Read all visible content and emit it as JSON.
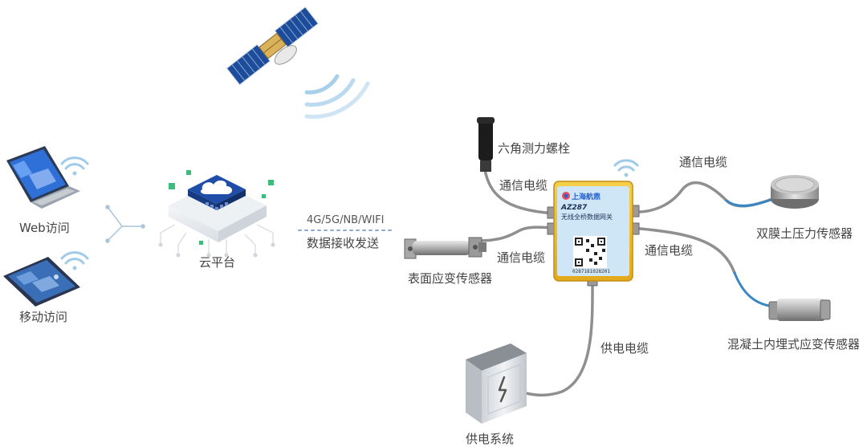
{
  "colors": {
    "cable": "#8f8f8f",
    "gateway": "#f2c02e",
    "gateway_screen": "#cfe6f6",
    "cloud_blue": "#1f4ea8",
    "green_accent": "#3dbb7a",
    "wifi": "#9fcbe8",
    "sensor_blue_cable": "#3a86c4"
  },
  "icons": {
    "satellite": "satellite-icon",
    "laptop": "laptop-icon",
    "phone": "phone-icon",
    "cloud": "cloud-chip-icon",
    "gateway": "gateway-box-icon",
    "bolt": "bolt-sensor-icon",
    "surface_sensor": "surface-strain-sensor-icon",
    "pressure_sensor": "pressure-cell-icon",
    "embedded_sensor": "embedded-strain-sensor-icon",
    "power": "power-cabinet-icon"
  },
  "labels": {
    "web_access": "Web访问",
    "mobile_access": "移动访问",
    "cloud_platform": "云平台",
    "network": "4G/5G/NB/WIFI",
    "data_transfer": "数据接收发送",
    "bolt": "六角测力螺栓",
    "cable_top_left": "通信电缆",
    "cable_bottom_left": "通信电缆",
    "cable_top_right": "通信电缆",
    "cable_bottom_right": "通信电缆",
    "power_cable": "供电电缆",
    "surface_sensor": "表面应变传感器",
    "pressure_sensor": "双膜土压力传感器",
    "embedded_sensor": "混凝土内埋式应变传感器",
    "power_system": "供电系统"
  },
  "gateway": {
    "brand": "上海航鼎",
    "model": "AZ287",
    "name": "无线全桥数据网关",
    "serial": "0287181028201"
  }
}
